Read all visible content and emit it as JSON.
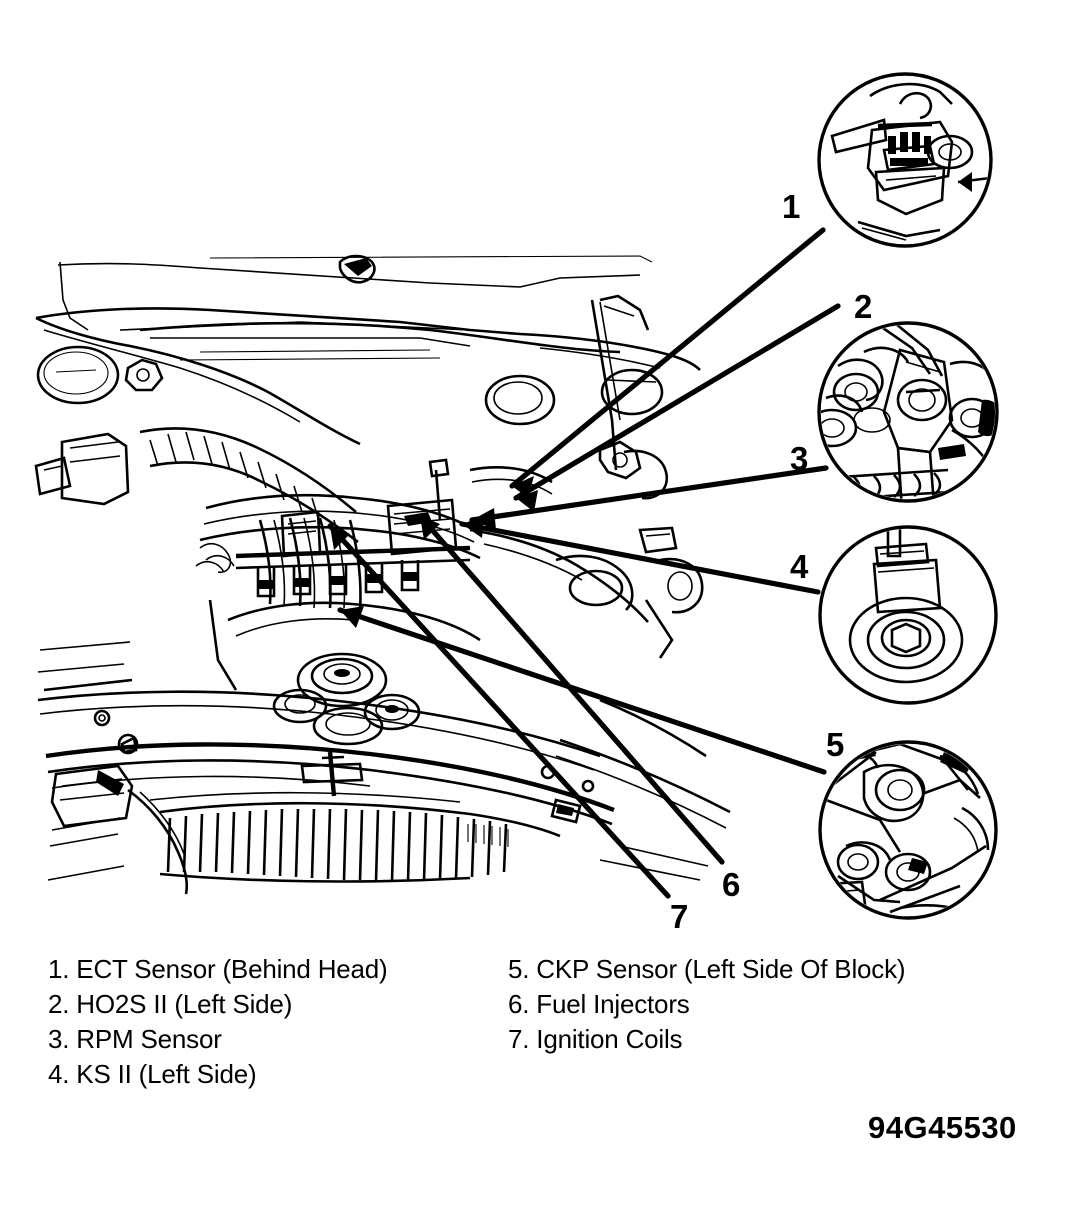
{
  "figure": {
    "id_label": "94G45530",
    "subject": "engine-compartment-component-locations",
    "callout_numbers": [
      "1",
      "2",
      "3",
      "4",
      "5",
      "6",
      "7"
    ],
    "detail_circles": [
      {
        "number": "1",
        "contents": "ect-sensor-connector-detail"
      },
      {
        "number": "2",
        "contents": "ho2s-and-rpm-sensor-detail"
      },
      {
        "number": "3",
        "contents": "ho2s-and-rpm-sensor-detail"
      },
      {
        "number": "4",
        "contents": "knock-sensor-detail"
      },
      {
        "number": "5",
        "contents": "ckp-sensor-detail"
      }
    ]
  },
  "legend": {
    "left_column": [
      "1. ECT Sensor (Behind Head)",
      "2. HO2S II (Left Side)",
      "3. RPM Sensor",
      "4. KS II (Left Side)"
    ],
    "right_column": [
      "5. CKP Sensor (Left Side Of Block)",
      "6. Fuel Injectors",
      "7. Ignition Coils"
    ]
  },
  "colors": {
    "ink": "#000000",
    "paper": "#ffffff"
  }
}
